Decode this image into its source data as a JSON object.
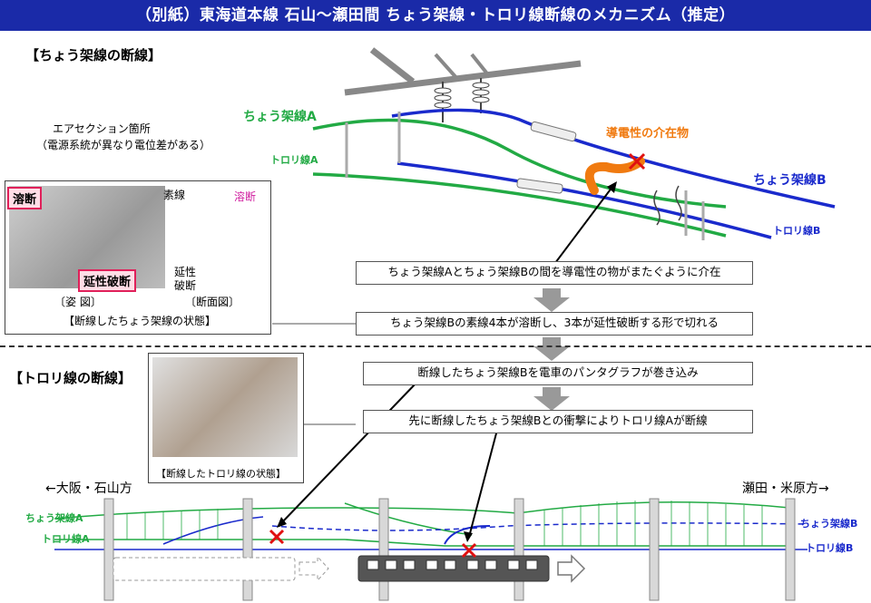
{
  "banner": {
    "title": "（別紙）東海道本線 石山～瀬田間 ちょう架線・トロリ線断線のメカニズム（推定）"
  },
  "section1": {
    "title": "【ちょう架線の断線】",
    "air_section": "エアセクション箇所",
    "air_section_note": "（電源系統が異なり電位差がある）",
    "label_cat_a": "ちょう架線A",
    "label_trolley_a": "トロリ線A",
    "label_cat_b": "ちょう架線B",
    "label_trolley_b": "トロリ線B",
    "label_conductive": "導電性の介在物",
    "photo_labels": {
      "melt": "溶断",
      "ductile": "延性破断",
      "strand": "素線",
      "melt_section": "溶断",
      "ductile_section": "延性\n破断",
      "figure_view": "〔姿 図〕",
      "figure_section": "〔断面図〕",
      "caption": "【断線したちょう架線の状態】"
    },
    "steps": [
      "ちょう架線Aとちょう架線Bの間を導電性の物がまたぐように介在",
      "ちょう架線Bの素線4本が溶断し、3本が延性破断する形で切れる"
    ]
  },
  "section2": {
    "title": "【トロリ線の断線】",
    "caption": "【断線したトロリ線の状態】",
    "steps": [
      "断線したちょう架線Bを電車のパンタグラフが巻き込み",
      "先に断線したちょう架線Bとの衝撃によりトロリ線Aが断線"
    ],
    "dir_left": "←大阪・石山方",
    "dir_right": "瀬田・米原方→",
    "left_cat": "ちょう架線A",
    "left_trolley": "トロリ線A",
    "right_cat": "ちょう架線B",
    "right_trolley": "トロリ線B"
  },
  "colors": {
    "banner": "#1a2aa8",
    "green": "#22aa44",
    "blue": "#1a2acc",
    "orange": "#f07a10",
    "red": "#e01010",
    "pink": "#ef7ac8"
  }
}
